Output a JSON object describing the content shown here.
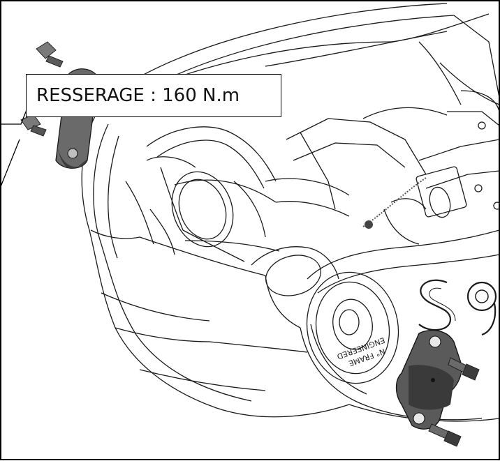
{
  "callout": {
    "text": "RESSERAGE : 160 N.m"
  },
  "casting_lettering": {
    "text": "S9",
    "stamp_lines": [
      "N° FRAME",
      "ENGINEERED"
    ]
  },
  "colors": {
    "line": "#111111",
    "part_dark": "#3c3c3c",
    "part_mid": "#6e6e6e",
    "part_light": "#9a9a9a",
    "paper": "#ffffff"
  }
}
